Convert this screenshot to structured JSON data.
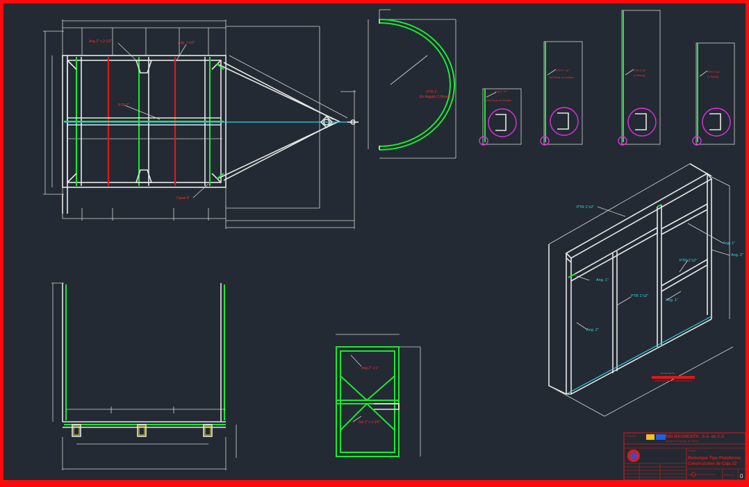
{
  "drawing": {
    "background": "#232a33",
    "border_color": "#ff0a0a",
    "colors": {
      "frame": "#e8e8e8",
      "green_member": "#1ee832",
      "red_member": "#e01818",
      "centerline": "#27d3e6",
      "detail_circle": "#e030e0",
      "annotation": "#ff3030",
      "iso_annotation": "#35d8f0"
    }
  },
  "plan_view": {
    "label_angle_top_left": "Ang 2\" x 2-1/2\"",
    "label_angle_top_right": "Ang. 1-1/2\"",
    "label_ptr": "PTR 2\"",
    "label_channel": "Canal 3\""
  },
  "arc_view": {
    "label": "PTR 1\"",
    "sublabel": "En Angulo (1 Pieza)"
  },
  "detail_views": [
    {
      "label": "Ang 1\" x2\"",
      "sublabel": "Dbl Rolar en Doblez",
      "icon": "weld-detail-icon"
    },
    {
      "label": "PTR 1\" x2\"",
      "sublabel": "Dbl Rolar en Doblez",
      "icon": "weld-detail-icon"
    },
    {
      "label": "PTR 2\"x2\"",
      "sublabel": "(1 Pieza)",
      "icon": "weld-detail-icon"
    },
    {
      "label": "PTR 1\"x1\"",
      "sublabel": "(1 Pieza)",
      "icon": "weld-detail-icon"
    }
  ],
  "bottom_view": {
    "label_top": "Ang 2\" x 1\"",
    "label_bottom": "Sol 1\" x 1-1/8\""
  },
  "iso_view": {
    "label_ptr_top": "PTR 1\"x2\"",
    "label_ang_right_top": "Ang. 1\"",
    "label_ang_right_bottom": "Ang. 2\"",
    "label_ptr_middle": "PTR 1\"x2\"",
    "label_ang_left": "Ang. 1\"",
    "label_ptr_center": "PTR 1\"x2\"",
    "label_ang_right_lower": "Ang. 1\"",
    "label_ang_bottom": "Ang. 2\""
  },
  "title_block": {
    "company": "BBI MAGNESITA , S.A. de C.V.",
    "division": "Subsecretaria Edo. de Mexico",
    "client_label": "CLIENTE:",
    "title_line_1": "Remolque Tipo Plataforma",
    "title_line_2": "Construccion de Caja 12'",
    "sheet_label": "PLANO",
    "sheet_number": "0",
    "rev_code": "RE-01-01"
  }
}
